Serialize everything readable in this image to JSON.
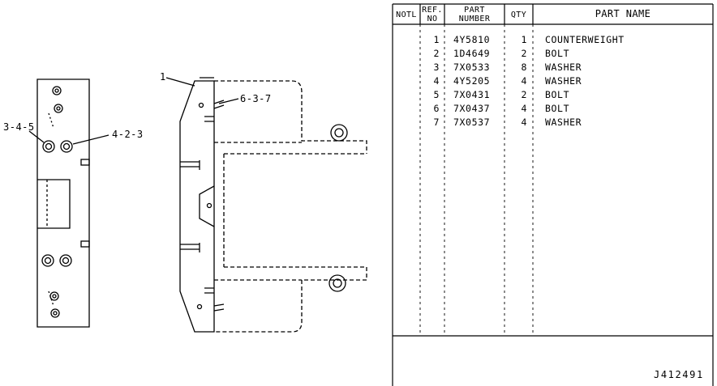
{
  "drawing": {
    "callouts": {
      "ref_1": "1",
      "ref_3_4_5": "3-4-5",
      "ref_4_2_3": "4-2-3",
      "ref_6_3_7": "6-3-7"
    }
  },
  "table": {
    "headers": {
      "notl": "NOTL",
      "ref_no_1": "REF.",
      "ref_no_2": "NO",
      "part_number_1": "PART",
      "part_number_2": "NUMBER",
      "qty": "QTY",
      "part_name": "PART NAME"
    },
    "rows": [
      {
        "ref": "1",
        "part_number": "4Y5810",
        "qty": "1",
        "name": "COUNTERWEIGHT"
      },
      {
        "ref": "2",
        "part_number": "1D4649",
        "qty": "2",
        "name": "BOLT"
      },
      {
        "ref": "3",
        "part_number": "7X0533",
        "qty": "8",
        "name": "WASHER"
      },
      {
        "ref": "4",
        "part_number": "4Y5205",
        "qty": "4",
        "name": "WASHER"
      },
      {
        "ref": "5",
        "part_number": "7X0431",
        "qty": "2",
        "name": "BOLT"
      },
      {
        "ref": "6",
        "part_number": "7X0437",
        "qty": "4",
        "name": "BOLT"
      },
      {
        "ref": "7",
        "part_number": "7X0537",
        "qty": "4",
        "name": "WASHER"
      }
    ],
    "drawing_code": "J412491"
  }
}
